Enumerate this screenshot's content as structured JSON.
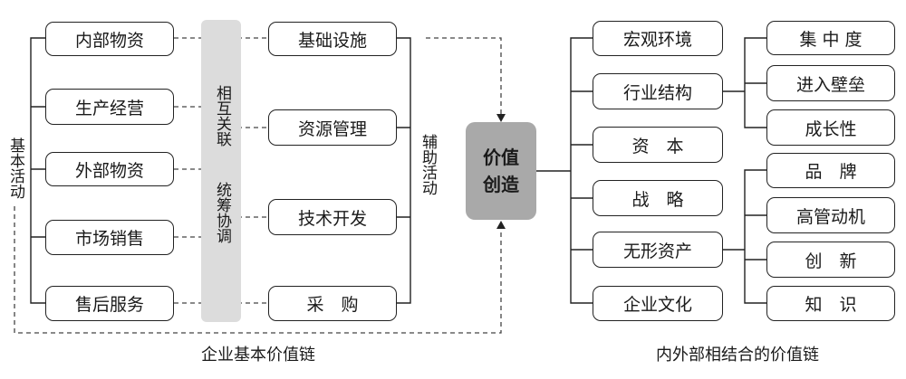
{
  "basic_activities": {
    "label": "基本活动",
    "items": [
      "内部物资",
      "生产经营",
      "外部物资",
      "市场销售",
      "售后服务"
    ]
  },
  "coordination": {
    "line1": "相互关联",
    "line2": "统筹协调"
  },
  "support_activities": {
    "label": "辅助活动",
    "items": [
      "基础设施",
      "资源管理",
      "技术开发",
      "采　购"
    ]
  },
  "value_creation": {
    "line1": "价值",
    "line2": "创造"
  },
  "combined_chain": {
    "items": [
      "宏观环境",
      "行业结构",
      "资　本",
      "战　略",
      "无形资产",
      "企业文化"
    ]
  },
  "industry_structure_details": [
    "集 中 度",
    "进入壁垒",
    "成长性"
  ],
  "intangible_assets_details": [
    "品　牌",
    "高管动机",
    "创　新",
    "知　识"
  ],
  "captions": {
    "left": "企业基本价值链",
    "right": "内外部相结合的价值链"
  }
}
